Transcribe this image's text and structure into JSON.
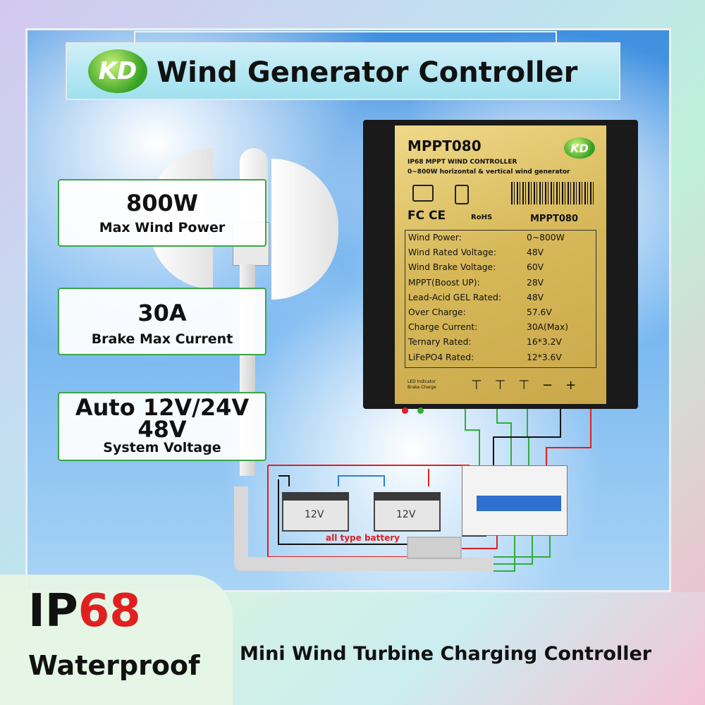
{
  "header": {
    "logo_text": "KD",
    "title": "Wind Generator Controller"
  },
  "features": [
    {
      "value": "800W",
      "label": "Max Wind Power"
    },
    {
      "value": "30A",
      "label": "Brake Max Current"
    },
    {
      "value": "Auto 12V/24V",
      "value2": "48V",
      "label": "System Voltage"
    }
  ],
  "controller": {
    "model": "MPPT080",
    "subtitle1": "IP68 MPPT WIND CONTROLLER",
    "subtitle2": "0~800W horizontal & vertical wind generator",
    "certs": "FC CE",
    "rohs": "RoHS",
    "model_repeat": "MPPT080",
    "led_line1": "LED Indicator",
    "led_line2": "Brake Charge",
    "terminals": "⊤⊤⊤−+",
    "specs": [
      {
        "k": "Wind Power:",
        "v": "0~800W"
      },
      {
        "k": "Wind Rated Voltage:",
        "v": "48V"
      },
      {
        "k": "Wind Brake Voltage:",
        "v": "60V"
      },
      {
        "k": "MPPT(Boost UP):",
        "v": "28V"
      },
      {
        "k": "Lead-Acid GEL Rated:",
        "v": "48V"
      },
      {
        "k": "Over Charge:",
        "v": "57.6V"
      },
      {
        "k": "Charge Current:",
        "v": "30A(Max)"
      },
      {
        "k": "Ternary Rated:",
        "v": "16*3.2V"
      },
      {
        "k": "LiFePO4 Rated:",
        "v": "12*3.6V"
      }
    ]
  },
  "batteries": [
    {
      "label": "12V"
    },
    {
      "label": "12V"
    }
  ],
  "battery_caption": "all type battery",
  "ip": {
    "prefix": "IP",
    "number": "68",
    "caption": "Waterproof"
  },
  "footer": "Mini Wind Turbine Charging Controller",
  "colors": {
    "wire_red": "#e02020",
    "wire_green": "#2fae3a",
    "wire_black": "#111111",
    "card_border": "#3aa64a"
  }
}
